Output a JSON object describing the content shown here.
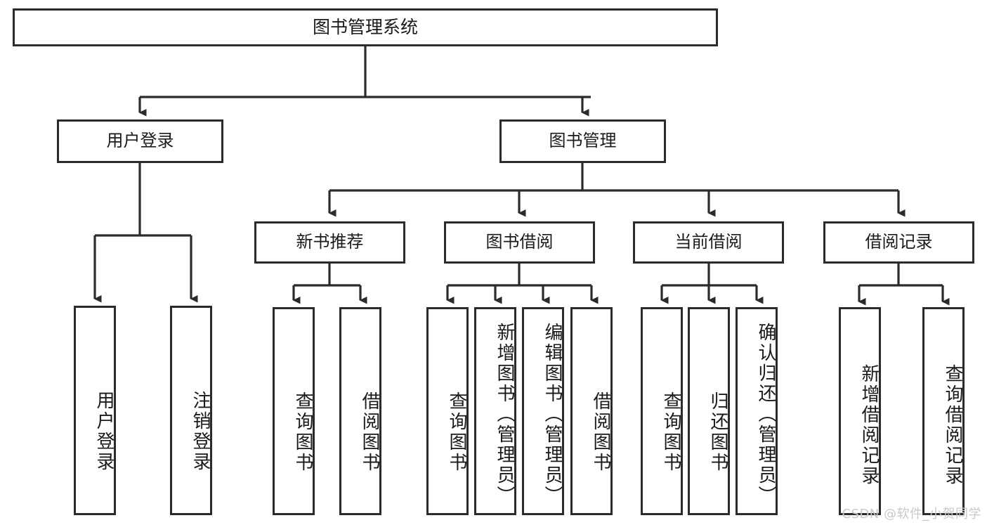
{
  "diagram": {
    "type": "tree",
    "title": "图书管理系统",
    "watermark": "CSDN @软件_小贺同学",
    "colors": {
      "stroke": "#2b2b2b",
      "background": "#ffffff",
      "text": "#1a1a1a",
      "watermark": "#c9c9c9"
    },
    "root": {
      "label": "图书管理系统"
    },
    "level1": [
      {
        "label": "用户登录"
      },
      {
        "label": "图书管理"
      }
    ],
    "level2": [
      {
        "label": "新书推荐"
      },
      {
        "label": "图书借阅"
      },
      {
        "label": "当前借阅"
      },
      {
        "label": "借阅记录"
      }
    ],
    "leaves": {
      "user_login": [
        {
          "label": "用户登录"
        },
        {
          "label": "注销登录"
        }
      ],
      "new_book_recommend": [
        {
          "label": "查询图书"
        },
        {
          "label": "借阅图书"
        }
      ],
      "book_borrow": [
        {
          "label": "查询图书"
        },
        {
          "label": "新增图书（管理员）"
        },
        {
          "label": "编辑图书（管理员）"
        },
        {
          "label": "借阅图书"
        }
      ],
      "current_borrow": [
        {
          "label": "查询图书"
        },
        {
          "label": "归还图书"
        },
        {
          "label": "确认归还（管理员）"
        }
      ],
      "borrow_record": [
        {
          "label": "新增借阅记录"
        },
        {
          "label": "查询借阅记录"
        }
      ]
    }
  }
}
